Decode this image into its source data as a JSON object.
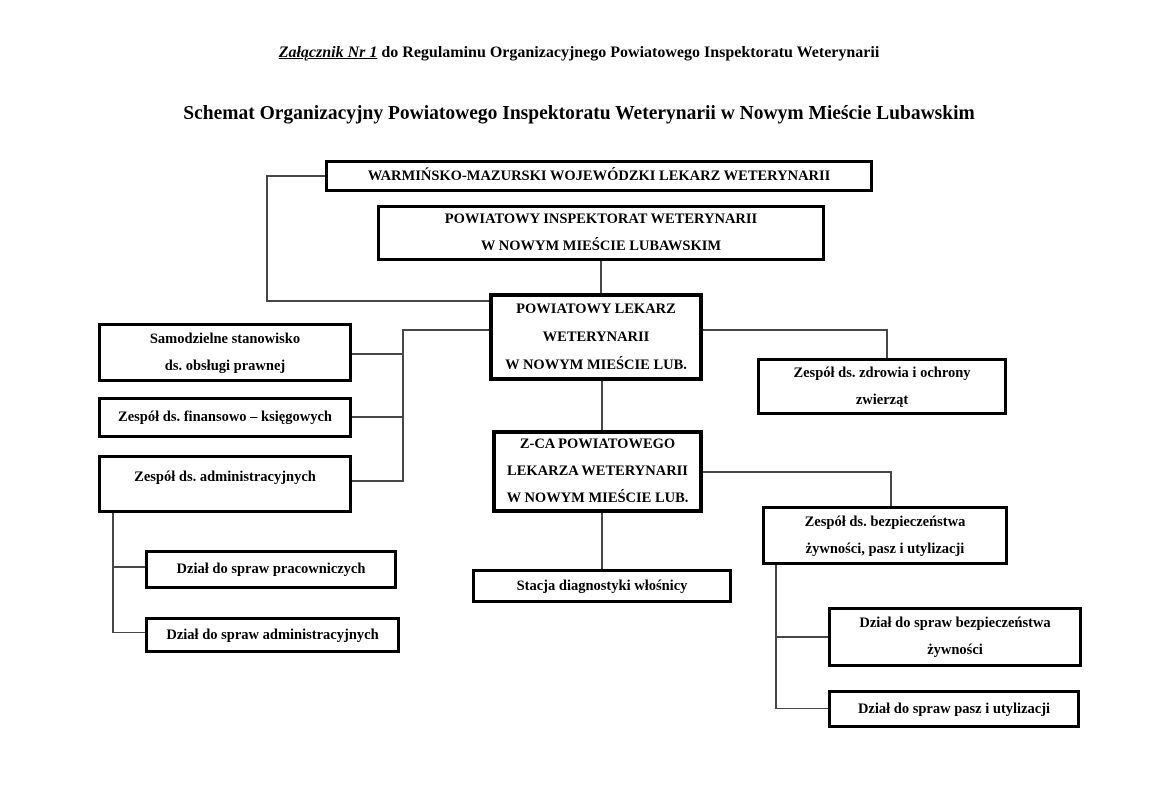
{
  "header": {
    "attachment_label": "Załącznik Nr 1",
    "attachment_rest": " do Regulaminu Organizacyjnego Powiatowego Inspektoratu Weterynarii",
    "title": "Schemat Organizacyjny Powiatowego Inspektoratu Weterynarii w Nowym Mieście Lubawskim"
  },
  "org": {
    "wojewodzki_lekarz": {
      "lines": [
        "WARMIŃSKO-MAZURSKI WOJEWÓDZKI LEKARZ WETERYNARII"
      ]
    },
    "inspektorat": {
      "lines": [
        "POWIATOWY INSPEKTORAT WETERYNARII",
        "W NOWYM MIEŚCIE LUBAWSKIM"
      ]
    },
    "powiatowy_lekarz": {
      "lines": [
        "POWIATOWY LEKARZ",
        "WETERYNARII",
        "W NOWYM MIEŚCIE LUB."
      ]
    },
    "samodzielne_stanowisko": {
      "lines": [
        "Samodzielne stanowisko",
        "ds. obsługi prawnej"
      ]
    },
    "finansowo_ksiegowych": {
      "lines": [
        "Zespół ds. finansowo – księgowych"
      ]
    },
    "administracyjnych": {
      "lines": [
        "Zespół ds. administracyjnych"
      ]
    },
    "zdrowia_ochrony": {
      "lines": [
        "Zespół ds. zdrowia i ochrony",
        "zwierząt"
      ]
    },
    "zca_lekarza": {
      "lines": [
        "Z-CA POWIATOWEGO",
        "LEKARZA WETERYNARII",
        "W NOWYM MIEŚCIE LUB."
      ]
    },
    "bezpieczenstwa": {
      "lines": [
        "Zespół ds. bezpieczeństwa",
        "żywności, pasz i utylizacji"
      ]
    },
    "dzial_pracowniczych": {
      "lines": [
        "Dział do spraw pracowniczych"
      ]
    },
    "dzial_administracyjnych": {
      "lines": [
        "Dział do spraw administracyjnych"
      ]
    },
    "stacja_diagnostyki": {
      "lines": [
        "Stacja diagnostyki włośnicy"
      ]
    },
    "dzial_bezpieczenstwa_zywnosci": {
      "lines": [
        "Dział do spraw bezpieczeństwa",
        "żywności"
      ]
    },
    "dzial_pasz_utylizacji": {
      "lines": [
        "Dział do spraw pasz i utylizacji"
      ]
    }
  },
  "colors": {
    "background": "#ffffff",
    "box_border": "#000000",
    "connector_line": "#474747",
    "text": "#000000"
  }
}
